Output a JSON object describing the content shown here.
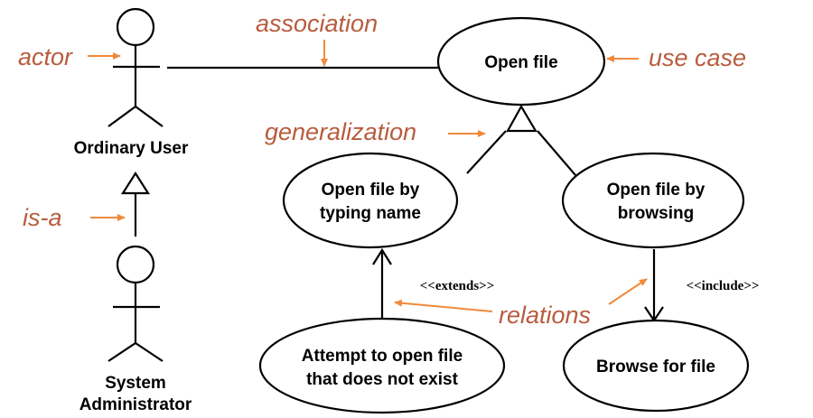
{
  "colors": {
    "annotation": "#b85c3e",
    "annotation_arrow": "#f08a3c",
    "line": "#000000"
  },
  "actors": {
    "ordinary_user": {
      "label": "Ordinary User"
    },
    "system_admin": {
      "label_line1": "System",
      "label_line2": "Administrator"
    }
  },
  "use_cases": {
    "open_file": {
      "line1": "Open file"
    },
    "open_by_typing": {
      "line1": "Open file by",
      "line2": "typing name"
    },
    "open_by_browsing": {
      "line1": "Open file by",
      "line2": "browsing"
    },
    "attempt_open": {
      "line1": "Attempt to open file",
      "line2": "that does not exist"
    },
    "browse_for_file": {
      "line1": "Browse for file"
    }
  },
  "stereotypes": {
    "extends": "<<extends>>",
    "include": "<<include>>"
  },
  "annotations": {
    "actor": "actor",
    "association": "association",
    "use_case": "use case",
    "generalization": "generalization",
    "is_a": "is-a",
    "relations": "relations"
  }
}
